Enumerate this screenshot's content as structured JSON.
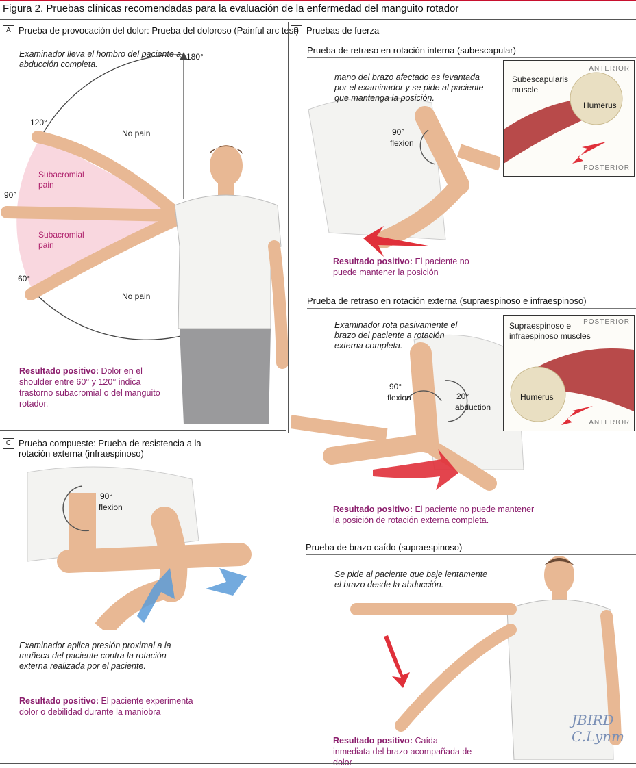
{
  "figure_title": "Figura 2. Pruebas clínicas recomendadas para la evaluación de la enfermedad del manguito rotador",
  "panel_a": {
    "letter": "A",
    "label": "Prueba de provocación del dolor: Prueba del doloroso (Painful arc test)",
    "instruction": "Examinador lleva el hombro del paciente a abducción completa.",
    "angle_180": "180°",
    "angle_120": "120°",
    "angle_90": "90°",
    "angle_60": "60°",
    "no_pain_top": "No pain",
    "no_pain_bottom": "No pain",
    "pain_upper": "Subacromial pain",
    "pain_lower": "Subacromial pain",
    "result_label": "Resultado positivo:",
    "result_text": "Dolor en el shoulder entre 60° y 120° indica trastorno subacromial o del manguito rotador."
  },
  "panel_b": {
    "letter": "B",
    "label": "Pruebas de fuerza",
    "test1": {
      "heading": "Prueba de retraso en rotación interna (subescapular)",
      "instruction": "mano del brazo afectado es levantada por el examinador y se pide al paciente que mantenga la posición.",
      "angle": "90°",
      "angle_label": "flexion",
      "inset_top": "ANTERIOR",
      "inset_bottom": "POSTERIOR",
      "inset_muscle": "Subescapularis muscle",
      "inset_bone": "Humerus",
      "result_label": "Resultado positivo:",
      "result_text": "El paciente no puede mantener la posición"
    },
    "test2": {
      "heading": "Prueba de retraso en rotación externa (supraespinoso e infraespinoso)",
      "instruction": "Examinador rota pasivamente el brazo del paciente a rotación externa completa.",
      "angle1": "90°",
      "angle1_label": "flexion",
      "angle2": "20°",
      "angle2_label": "abduction",
      "inset_top": "POSTERIOR",
      "inset_bottom": "ANTERIOR",
      "inset_muscle": "Supraespinoso e infraespinoso muscles",
      "inset_bone": "Humerus",
      "result_label": "Resultado positivo:",
      "result_text": "El paciente no puede mantener la posición de rotación externa completa."
    },
    "test3": {
      "heading": "Prueba de brazo caído (supraespinoso)",
      "instruction": "Se pide al paciente que baje lentamente el brazo desde la abducción.",
      "result_label": "Resultado positivo:",
      "result_text": "Caída inmediata del brazo acompañada de dolor"
    }
  },
  "panel_c": {
    "letter": "C",
    "label": "Prueba compueste: Prueba de resistencia a la rotación externa (infraespinoso)",
    "angle": "90°",
    "angle_label": "flexion",
    "instruction": "Examinador aplica presión proximal a la muñeca del paciente contra la rotación externa realizada por el paciente.",
    "result_label": "Resultado positivo:",
    "result_text": "El paciente experimenta dolor o debilidad durante la maniobra"
  },
  "signature": {
    "line1": "JBIRD",
    "line2": "C.Lynm"
  },
  "colors": {
    "accent_red": "#c8102e",
    "result_magenta": "#8b1e6d",
    "pain_pink": "#f4b6c4",
    "skin": "#e8b894",
    "shirt": "#f3f3f1",
    "pants": "#9a9a9c",
    "arrow_red": "#e0303a",
    "arrow_blue": "#5a9bd8"
  }
}
